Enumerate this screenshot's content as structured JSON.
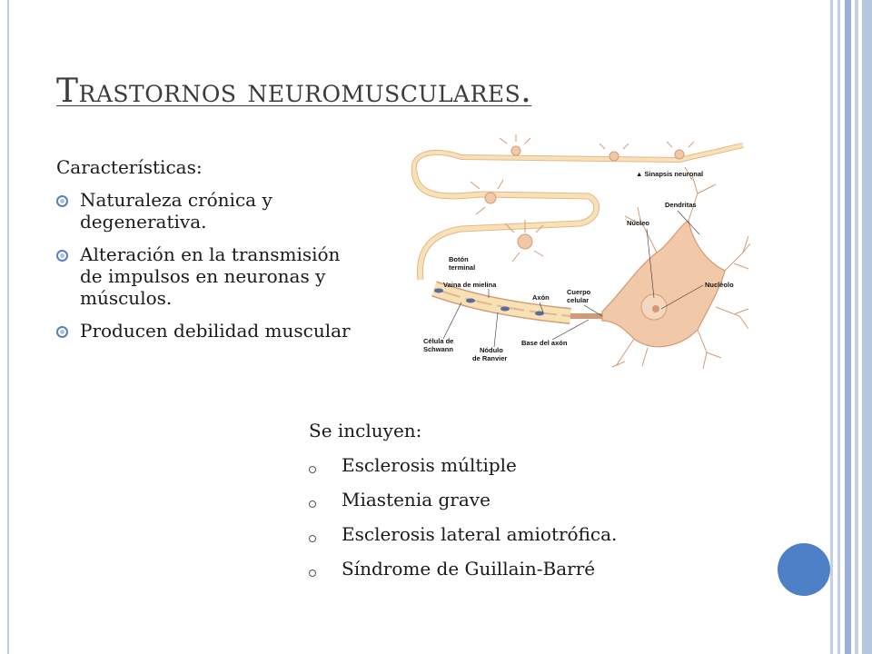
{
  "slide": {
    "title": "Trastornos neuromusculares.",
    "characteristics": {
      "intro": "Características:",
      "items": [
        "Naturaleza crónica y degenerativa.",
        "Alteración en la transmisión de impulsos en neuronas y músculos.",
        "Producen  debilidad muscular"
      ]
    },
    "includes": {
      "intro": "Se incluyen:",
      "items": [
        "Esclerosis múltiple",
        "Miastenia grave",
        "Esclerosis lateral amiotrófica.",
        "Síndrome de Guillain-Barré"
      ]
    },
    "figure": {
      "labels": {
        "synapse": "▲ Sinapsis neuronal",
        "dendrites": "Dendritas",
        "nucleus": "Núcleo",
        "terminal_button_1": "Botón",
        "terminal_button_2": "terminal",
        "myelin_sheath": "Vaina de mielina",
        "axon": "Axón",
        "cell_body_1": "Cuerpo",
        "cell_body_2": "celular",
        "nucleolus": "Nucléolo",
        "schwann_1": "Célula de",
        "schwann_2": "Schwann",
        "ranvier_1": "Nódulo",
        "ranvier_2": "de Ranvier",
        "axon_base": "Base del axón"
      }
    }
  },
  "colors": {
    "accent": "#4e80c6",
    "bar_light": "#c5cfe3",
    "bar_mid": "#9aafd6",
    "neuron_fill": "#f1c9a9",
    "neuron_stroke": "#d59a73",
    "myelin": "#f7e2b6"
  }
}
